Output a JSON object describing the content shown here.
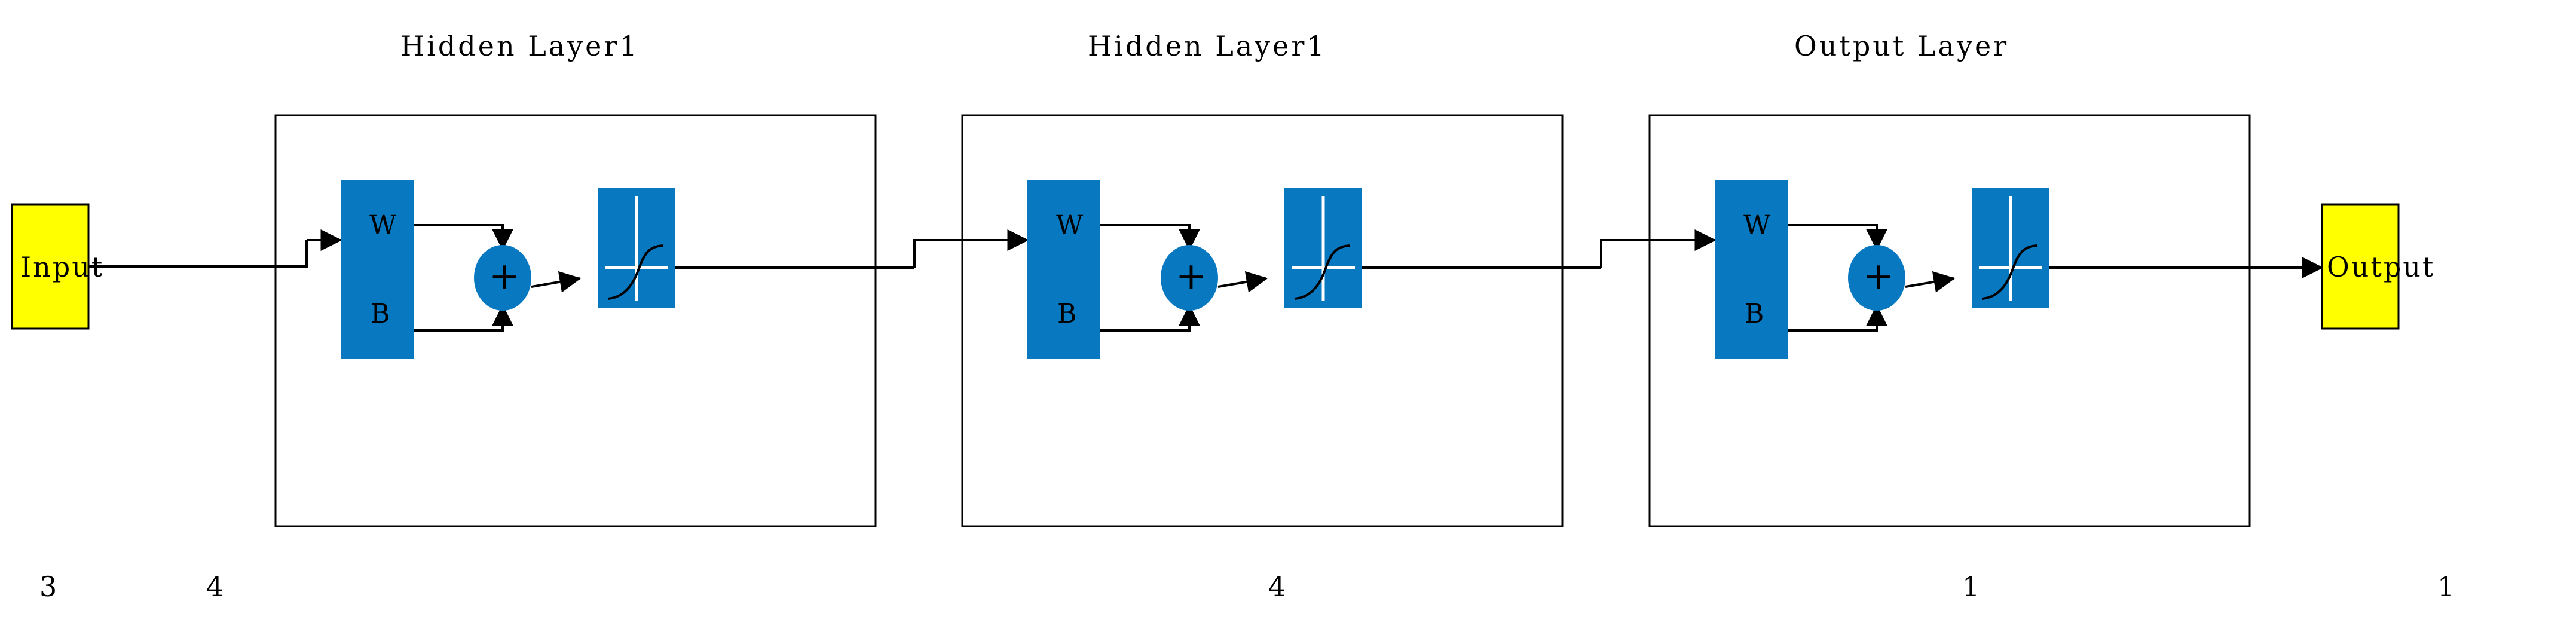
{
  "diagram": {
    "type": "neural-network-architecture",
    "background_color": "#ffffff",
    "colors": {
      "io_block_fill": "#ffff00",
      "io_block_stroke": "#000000",
      "unit_fill": "#0878c0",
      "container_stroke": "#000000",
      "connector_stroke": "#000000",
      "axis_stroke": "#ffffff",
      "curve_stroke": "#000000"
    },
    "input_block": {
      "label": "Input",
      "count": "3"
    },
    "output_block": {
      "label": "Output",
      "count": "1"
    },
    "layers": [
      {
        "title": "Hidden Layer1",
        "count": "4",
        "weight_label": "W",
        "bias_label": "B",
        "sum_symbol": "+",
        "activation": "sigmoid-curve"
      },
      {
        "title": "Hidden Layer1",
        "count": "4",
        "weight_label": "W",
        "bias_label": "B",
        "sum_symbol": "+",
        "activation": "sigmoid-curve"
      },
      {
        "title": "Output Layer",
        "count": "1",
        "weight_label": "W",
        "bias_label": "B",
        "sum_symbol": "+",
        "activation": "sigmoid-curve"
      }
    ],
    "counts_row": [
      "3",
      "4",
      "4",
      "1",
      "1"
    ]
  }
}
